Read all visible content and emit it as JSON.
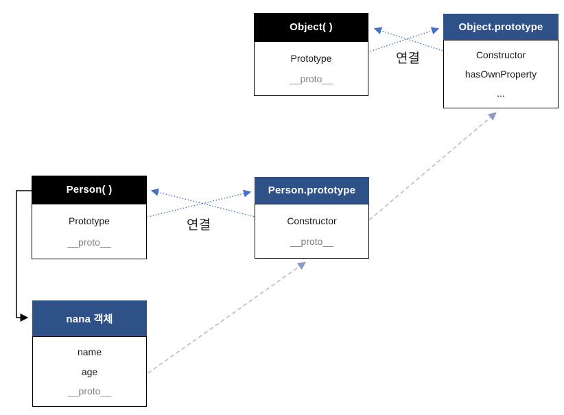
{
  "diagram": {
    "boxes": [
      {
        "id": "object-constructor",
        "title": "Object( )",
        "items": [
          {
            "label": "Prototype",
            "muted": false
          },
          {
            "label": "__proto__",
            "muted": true
          }
        ]
      },
      {
        "id": "object-prototype",
        "title": "Object.prototype",
        "items": [
          {
            "label": "Constructor",
            "muted": false
          },
          {
            "label": "hasOwnProperty",
            "muted": false
          },
          {
            "label": "...",
            "muted": false
          }
        ]
      },
      {
        "id": "person-constructor",
        "title": "Person( )",
        "items": [
          {
            "label": "Prototype",
            "muted": false
          },
          {
            "label": "__proto__",
            "muted": true
          }
        ]
      },
      {
        "id": "person-prototype",
        "title": "Person.prototype",
        "items": [
          {
            "label": "Constructor",
            "muted": false
          },
          {
            "label": "__proto__",
            "muted": true
          }
        ]
      },
      {
        "id": "nana-object",
        "title": "nana 객체",
        "items": [
          {
            "label": "name",
            "muted": false
          },
          {
            "label": "age",
            "muted": false
          },
          {
            "label": "__proto__",
            "muted": true
          }
        ]
      }
    ],
    "labels": {
      "top_link": "연결",
      "middle_link": "연결"
    },
    "colors": {
      "header_black": "#000000",
      "header_blue": "#2E5187",
      "arrow_blue": "#4472C4",
      "arrow_gray_line": "#ACB9D9",
      "arrow_gray_head": "#8C9CC4",
      "muted_text": "#808080"
    }
  }
}
